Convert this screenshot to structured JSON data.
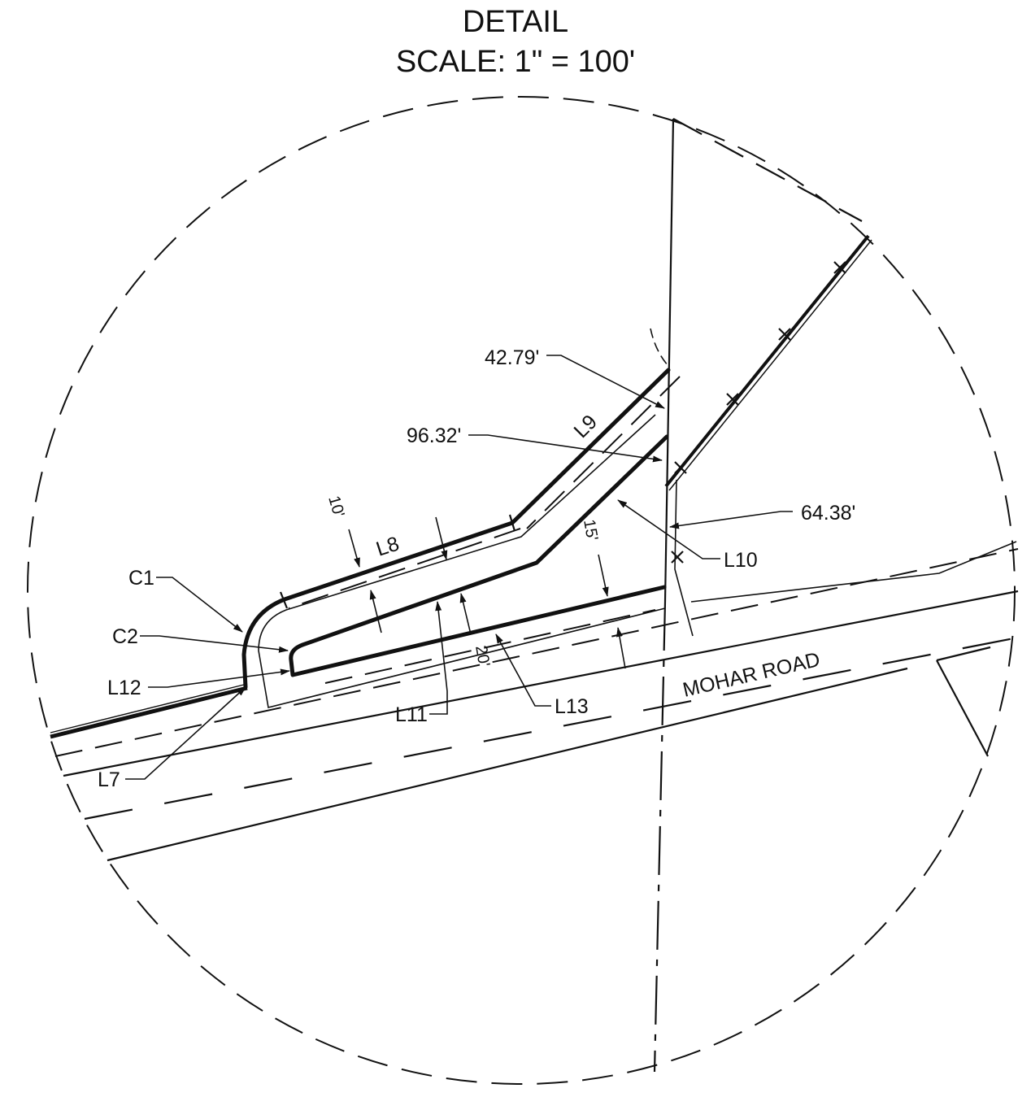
{
  "header": {
    "title": "DETAIL",
    "scale": "SCALE: 1\" = 100'"
  },
  "labels": {
    "c1": "C1",
    "c2": "C2",
    "l7": "L7",
    "l8": "L8",
    "l9": "L9",
    "l10": "L10",
    "l11": "L11",
    "l12": "L12",
    "l13": "L13",
    "road": "MOHAR ROAD"
  },
  "dimensions": {
    "d_42_79": "42.79'",
    "d_96_32": "96.32'",
    "d_64_38": "64.38'",
    "d_10": "10'",
    "d_15": "15'",
    "d_20": "20'"
  }
}
